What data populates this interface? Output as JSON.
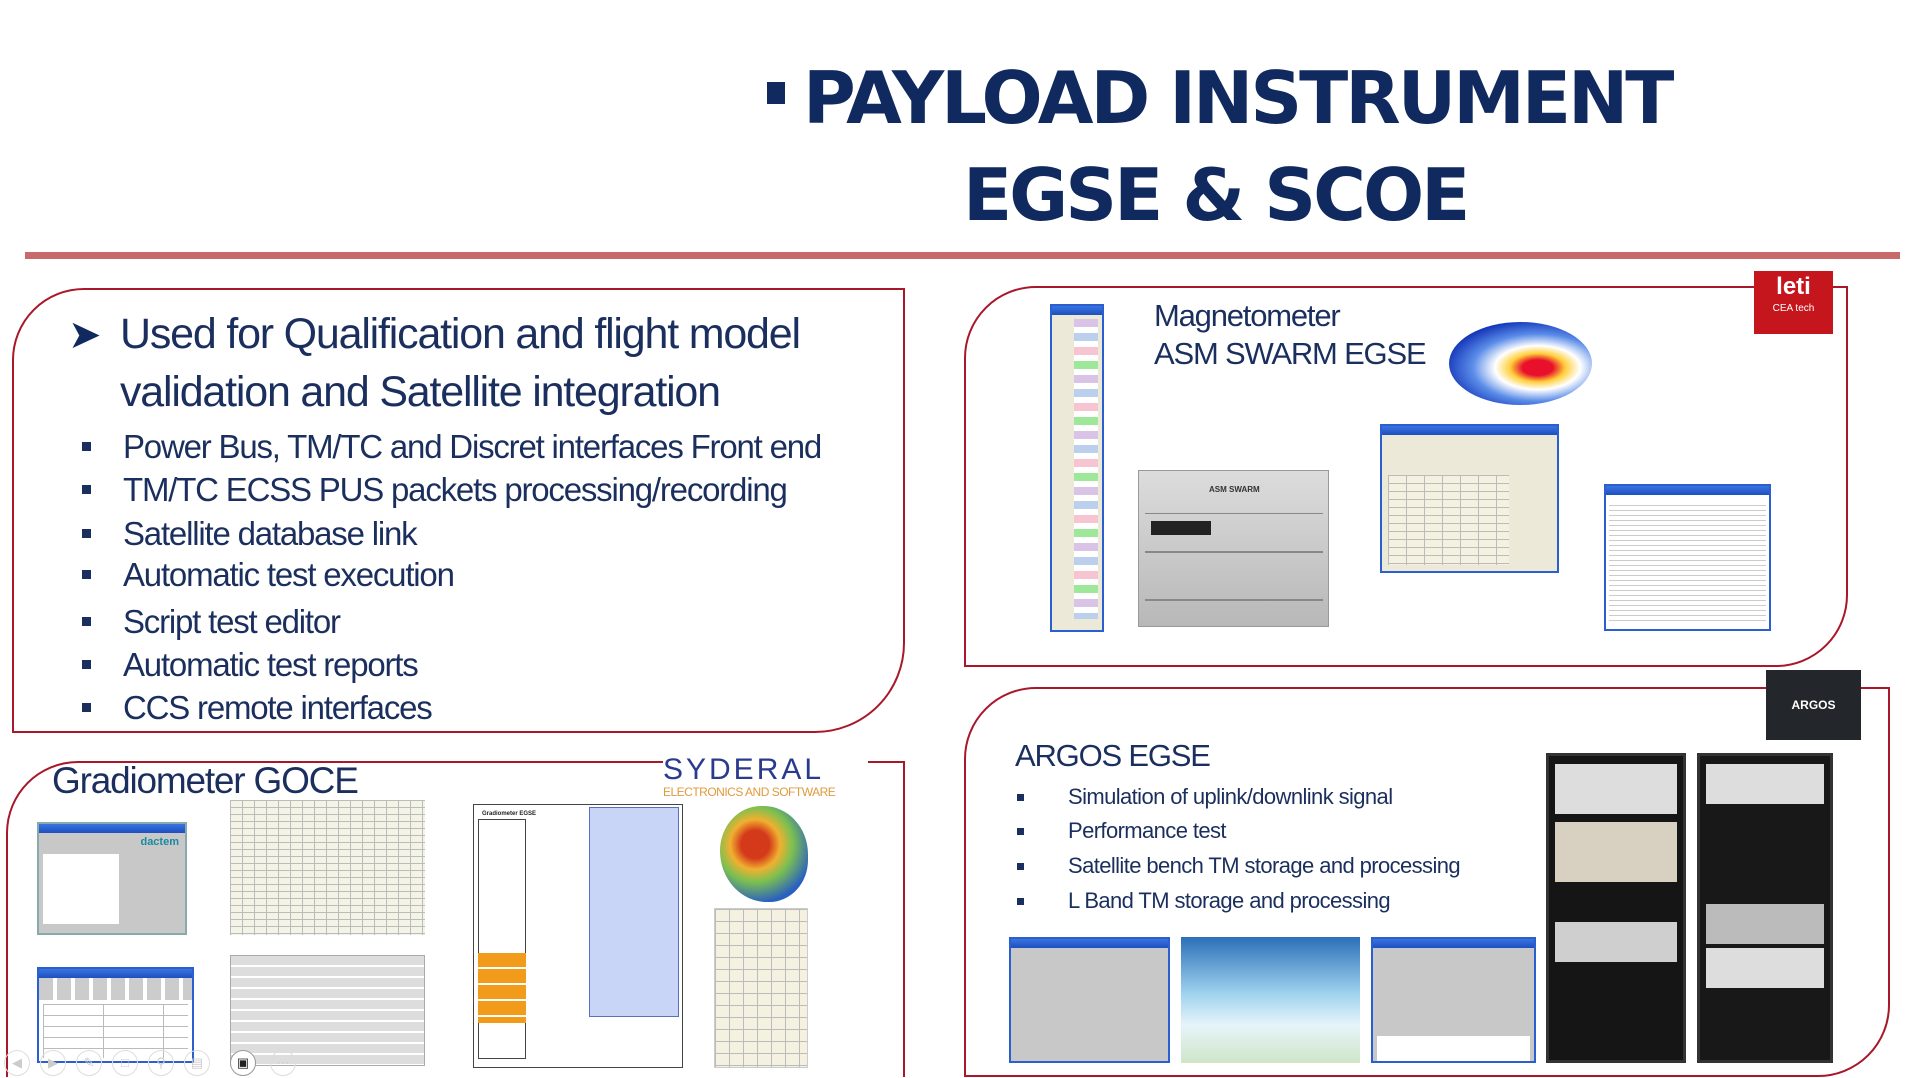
{
  "title": {
    "line1": "PAYLOAD INSTRUMENT",
    "line2": "EGSE & SCOE"
  },
  "qualification": {
    "heading_line1": "Used for Qualification and flight model",
    "heading_line2": "validation and Satellite integration",
    "items": [
      "Power Bus, TM/TC and Discret interfaces Front end",
      "TM/TC ECSS PUS packets processing/recording",
      "Satellite database link",
      "Automatic test execution",
      "Script test editor",
      "Automatic test reports",
      "CCS remote interfaces"
    ]
  },
  "magnetometer": {
    "title_line1": "Magnetometer",
    "title_line2": "ASM SWARM EGSE",
    "device_label": "ASM SWARM",
    "logo": "leti",
    "logo_sub": "CEA tech"
  },
  "goce": {
    "title": "Gradiometer GOCE",
    "logo": "SYDERAL",
    "logo_sub": "ELECTRONICS AND SOFTWARE",
    "window_brand": "dactem",
    "diagram_title": "Gradiometer EGSE"
  },
  "argos": {
    "title": "ARGOS EGSE",
    "logo": "ARGOS",
    "items": [
      "Simulation of uplink/downlink signal",
      "Performance test",
      "Satellite bench TM  storage and processing",
      "L Band TM storage and processing"
    ]
  },
  "colors": {
    "title": "#10295e",
    "accent": "#a8182a",
    "rule": "#c96a6a"
  }
}
